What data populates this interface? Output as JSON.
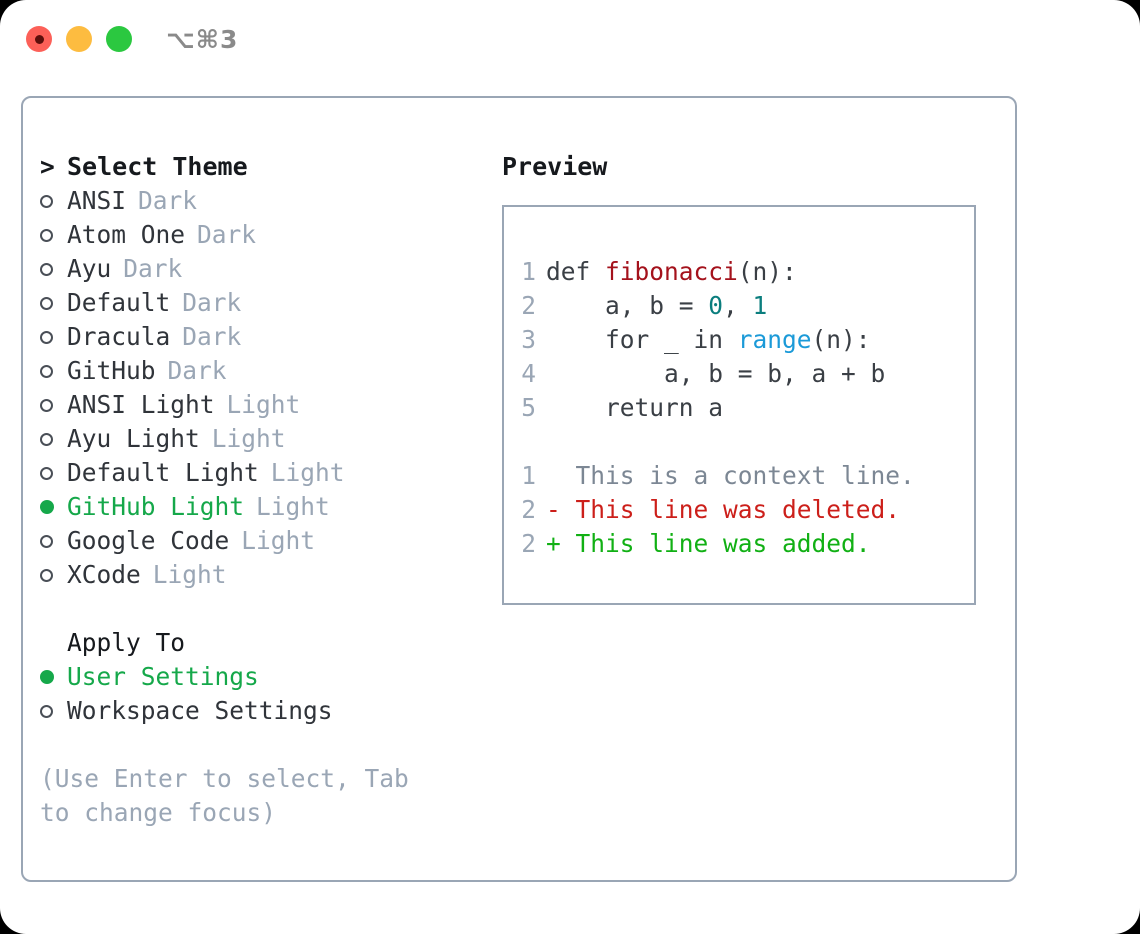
{
  "titlebar": {
    "shortcut": "⌥⌘3",
    "buttons": [
      {
        "name": "close",
        "color": "#fc6058"
      },
      {
        "name": "minimize",
        "color": "#fdbc40"
      },
      {
        "name": "maximize",
        "color": "#2bc840"
      }
    ]
  },
  "theme_panel": {
    "header": "Select Theme",
    "caret": ">",
    "items": [
      {
        "name": "ANSI",
        "tag": "Dark",
        "selected": false
      },
      {
        "name": "Atom One",
        "tag": "Dark",
        "selected": false
      },
      {
        "name": "Ayu",
        "tag": "Dark",
        "selected": false
      },
      {
        "name": "Default",
        "tag": "Dark",
        "selected": false
      },
      {
        "name": "Dracula",
        "tag": "Dark",
        "selected": false
      },
      {
        "name": "GitHub",
        "tag": "Dark",
        "selected": false
      },
      {
        "name": "ANSI Light",
        "tag": "Light",
        "selected": false
      },
      {
        "name": "Ayu Light",
        "tag": "Light",
        "selected": false
      },
      {
        "name": "Default Light",
        "tag": "Light",
        "selected": false
      },
      {
        "name": "GitHub Light",
        "tag": "Light",
        "selected": true
      },
      {
        "name": "Google Code",
        "tag": "Light",
        "selected": false
      },
      {
        "name": "XCode",
        "tag": "Light",
        "selected": false
      }
    ]
  },
  "apply_to": {
    "title": "Apply To",
    "options": [
      {
        "label": "User Settings",
        "selected": true
      },
      {
        "label": "Workspace Settings",
        "selected": false
      }
    ]
  },
  "hint": "(Use Enter to select, Tab to change focus)",
  "preview": {
    "title": "Preview",
    "code_lines": [
      {
        "no": "1",
        "segments": [
          {
            "text": "def ",
            "style": "plain"
          },
          {
            "text": "fibonacci",
            "style": "fn"
          },
          {
            "text": "(n):",
            "style": "plain"
          }
        ]
      },
      {
        "no": "2",
        "segments": [
          {
            "text": "    a, b = ",
            "style": "plain"
          },
          {
            "text": "0",
            "style": "num"
          },
          {
            "text": ", ",
            "style": "plain"
          },
          {
            "text": "1",
            "style": "num"
          }
        ]
      },
      {
        "no": "3",
        "segments": [
          {
            "text": "    for _ in ",
            "style": "plain"
          },
          {
            "text": "range",
            "style": "call"
          },
          {
            "text": "(n):",
            "style": "plain"
          }
        ]
      },
      {
        "no": "4",
        "segments": [
          {
            "text": "        a, b = b, a + b",
            "style": "plain"
          }
        ]
      },
      {
        "no": "5",
        "segments": [
          {
            "text": "    return a",
            "style": "plain"
          }
        ]
      }
    ],
    "diff_lines": [
      {
        "no": "1",
        "sign": " ",
        "text": "This is a context line.",
        "kind": "context"
      },
      {
        "no": "2",
        "sign": "-",
        "text": "This line was deleted.",
        "kind": "deleted"
      },
      {
        "no": "2",
        "sign": "+",
        "text": "This line was added.",
        "kind": "added"
      }
    ]
  },
  "colors": {
    "accent_green": "#15a84a",
    "muted_blue_gray": "#9aa6b5",
    "text": "#30343a",
    "syntax_function": "#a4121c",
    "syntax_number": "#0b7e7e",
    "syntax_call": "#1b9ad8",
    "diff_deleted": "#cc1f1a",
    "diff_added": "#11b014",
    "border": "#9aa6b5"
  }
}
